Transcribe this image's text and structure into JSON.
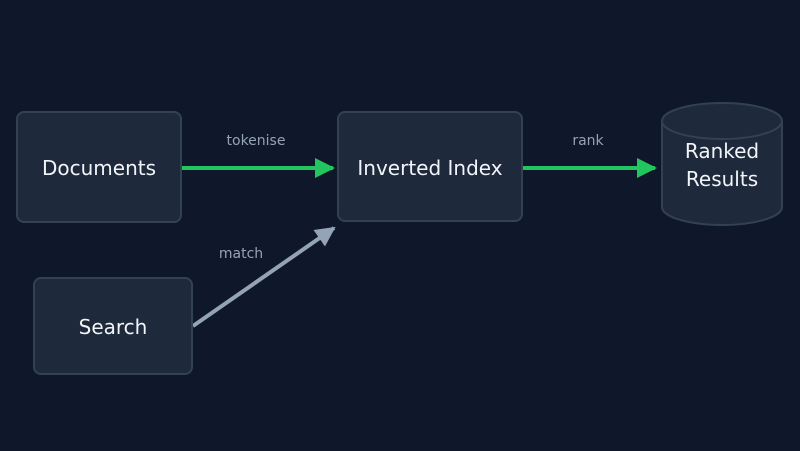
{
  "nodes": {
    "documents": {
      "label": "Documents"
    },
    "inverted_index": {
      "label": "Inverted Index"
    },
    "search": {
      "label": "Search"
    },
    "ranked_results": {
      "label_line1": "Ranked",
      "label_line2": "Results"
    }
  },
  "edges": {
    "tokenise": {
      "label": "tokenise",
      "from": "Documents",
      "to": "Inverted Index",
      "color": "#22c55e"
    },
    "rank": {
      "label": "rank",
      "from": "Inverted Index",
      "to": "Ranked Results",
      "color": "#22c55e"
    },
    "match": {
      "label": "match",
      "from": "Search",
      "to": "Inverted Index",
      "color": "#94a3b8"
    }
  },
  "colors": {
    "background": "#0f172a",
    "node_fill": "#1e293b",
    "node_stroke": "#334155",
    "node_text": "#f1f5f9",
    "edge_label_text": "#94a3b8"
  }
}
